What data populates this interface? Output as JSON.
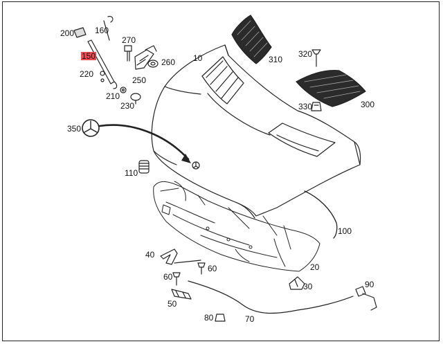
{
  "diagram": {
    "highlight_color": "#ef4a52",
    "callouts": {
      "p10": "10",
      "p20": "20",
      "p30": "30",
      "p40": "40",
      "p50": "50",
      "p60a": "60",
      "p60b": "60",
      "p70": "70",
      "p80": "80",
      "p90": "90",
      "p100": "100",
      "p110": "110",
      "p150": "150",
      "p160": "160",
      "p200": "200",
      "p210": "210",
      "p220": "220",
      "p230": "230",
      "p250": "250",
      "p260": "260",
      "p270": "270",
      "p300": "300",
      "p310": "310",
      "p320": "320",
      "p330": "330",
      "p350": "350"
    },
    "highlighted_part": "150"
  }
}
